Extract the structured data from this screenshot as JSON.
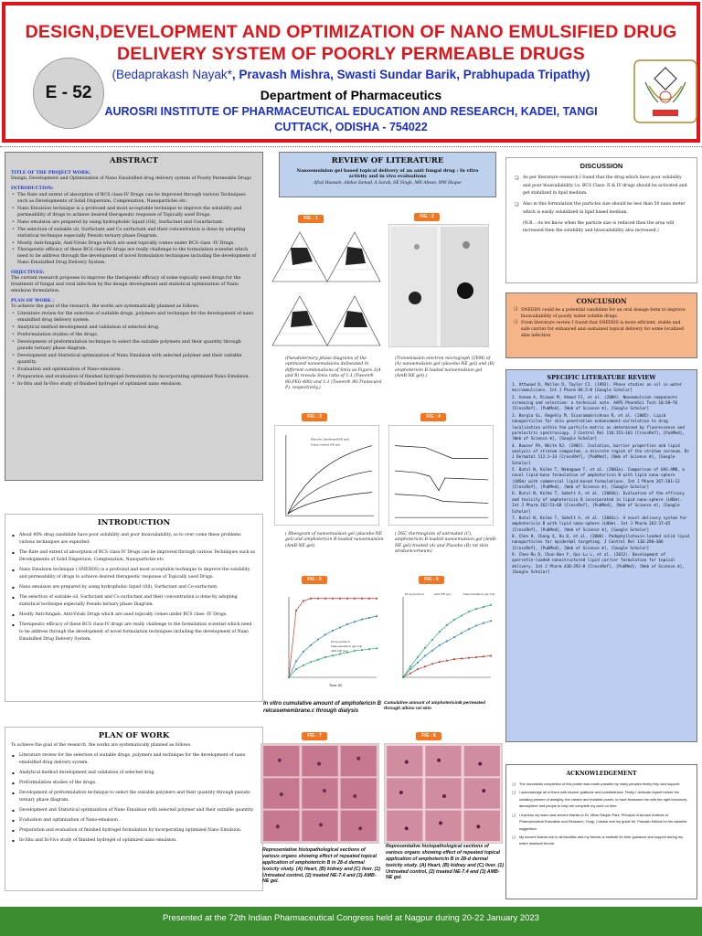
{
  "header": {
    "title_line1": "DESIGN,DEVELOPMENT AND OPTIMIZATION OF NANO EMULSIFIED DRUG",
    "title_line2": "DELIVERY SYSTEM OF POORLY PERMEABLE DRUGS",
    "author1": "(Bedaprakash Nayak*",
    "authors_rest": ", Pravash Mishra, Swasti Sundar Barik,  Prabhupada Tripathy)",
    "department": "Department of Pharmaceutics",
    "institute": "AUROSRI INSTITUTE OF PHARMACEUTICAL EDUCATION AND RESEARCH, KADEI, TANGI",
    "city": "CUTTACK, ODISHA - 754022",
    "badge": "E - 52",
    "logo_icon": "institute-emblem-icon",
    "accent_color": "#e0151b"
  },
  "abstract": {
    "heading": "ABSTRACT",
    "title_label": "TITLE OF THE PROJECT WORK:",
    "title_text": "Design, Development and Optimization of Nano Emulsified drug delivery system of Poorly Permeable Drugs",
    "intro_label": "INTRODUCTION:",
    "bullets": [
      "The Rate and extent of absorption of BCS class-IV Drugs can be improved through various Techniques such as Developments of Solid Dispersion, Complexation, Nanoparticles etc.",
      "Nano Emulsion technique is a profound and most acceptable technique to improve the solubility and permeability of drugs to achieve desired therapeutic response of Topically used Drugs.",
      "Nano emulsion are prepared by using hydrophobic liquid (Oil), Surfactant and Cosurfactant.",
      "The selection of suitable oil, Surfactant and Co surfactant and their concentration is done by adopting statistical technique especially Pseudo ternary phase Diagram.",
      "Mostly Anti-fungals, Anti-Virals Drugs which are used topically comes under BCS class -IV Drugs.",
      "Therapeutic efficacy of these BCS class-IV drugs are really challenge to the formulation scientist which need to be address through the development of novel formulation techniques including the development of Nano Emulsified Drug Delivery System."
    ],
    "objectives_label": "OBJECTIVES:",
    "objectives_text": "The current research proposes to improve the therapeutic efficacy of some topically used drugs for the treatment of fungal and viral infection by the design development and statistical optimization of Nano emulsion formulation.",
    "plan_label": "PLAN OF WORK :",
    "plan_intro": "To achieve the goal of the research, the works are systematically planned as follows.",
    "plan_items": [
      "Literature review for the selection of suitable drugs, polymers and technique for the development of nano emulsified drug delivery system.",
      "Analytical method development and validation of selected drug.",
      "Preformulation studies of the drugs.",
      "Development of preformulation technique to select the suitable polymers and their quantity through pseudo ternary phase diagram.",
      "Development and Statistical optimization of Nano Emulsion with selected polymer and their suitable quantity.",
      "Evaluation and optimization of Nano-emulsion .",
      "Preparation and evaluation of finished hydrogel formulation by incorporating optimized Nano Emulsion.",
      "In-Situ and In-Vivo study of finished hydrogel of optimized nano emulsion."
    ]
  },
  "introduction": {
    "heading": "INTRODUCTION",
    "bullets": [
      "About 40% drug candidate have poor solubility and poor bioavailability, so to over come these problems various techniques are exploited.",
      "The Rate and extent of absorption of BCS class-IV Drugs can be improved through various Techniques such as Developments of Solid Dispersion, Complexation, Nanoparticles etc.",
      "Nano Emulsion technique ( SNEDDS) is a profound and most acceptable technique to improve the solubility and permeability of drugs to achieve desired therapeutic response of Topically used Drugs.",
      "Nano emulsion are prepared by using hydrophobic liquid (Oil), Surfactant and Co-surfactant.",
      "The selection of suitable oil, Surfactant and Co surfactant and their concentration is done by adopting statistical technique especially Pseudo ternary phase Diagram.",
      "Mostly Anti-fungals, Anti-Virals Drugs which are used topically comes under BCS class -IV Drugs.",
      "Therapeutic efficacy of these BCS class-IV drugs are really challenge to the formulation scientist which need to be address through the development of novel formulation techniques including the development of Nano Emulsified Drug Delivery System."
    ]
  },
  "plan": {
    "heading": "PLAN OF WORK",
    "intro": "To achieve the goal of the research, the works are systematically planned as follows.",
    "items": [
      "Literature review for the selection of suitable drugs, polymers and technique for the development of nano emulsified drug delivery system.",
      "Analytical method development and validation of selected drug.",
      "Preformulation studies of the drugs.",
      "Development of preformulation technique to select the suitable polymers and their quantity through pseudo ternary phase diagram.",
      "Development and Statistical optimization of Nano Emulsion with selected polymer and their suitable quantity.",
      "Evaluation and optimization of Nano-emulsion .",
      "Preparation and evaluation of finished hydrogel formulation by incorporating optimized Nano Emulsion.",
      "In-Situ and In-Vivo study of finished hydrogel of optimized nano emulsion."
    ]
  },
  "review": {
    "heading": "REVIEW OF LITERATURE",
    "subtitle": "Nanoemulsion gel based topical delivery of an anti fungal drug : In vitro activity and in vivo evaluations",
    "authors": "Afzal Hussain, Abdus Samad, A Sarab, SK Singh, MN Ahsan, MW Haque"
  },
  "figures": {
    "fig1": "FIG : 1",
    "fig2": "FIG : 2",
    "fig3": "FIG : 3",
    "fig4": "FIG : 4",
    "fig5": "FIG : 5",
    "fig6": "FIG : 6",
    "fig7": "FIG : 7",
    "fig8": "FIG : 8",
    "fig3_legend": [
      "Placebo (hydrogel/NE gel)",
      "Drug loaded NE gel"
    ],
    "fig5_legend": [
      "Drug solution",
      "Nanoemulsion gel T-4)",
      "Anti-NE gel"
    ],
    "fig6_legend": [
      "Drug solution",
      "Anti-NE gel",
      "Nanoemulsion gel T-4)"
    ],
    "cap1": "(Pseudoternary phase diagrams of the optimized nanoemulsions delineated in different combinations of Smix as Figure 3(A and B) reveals Smix ratio of 1:1 (Tween® 80:PEG-400) and 1:1 (Tween® 80:Transcutol P), respectively.)",
    "cap2": "(Transmission electron micrograph (TEM) of (A) nanoemulsion gel (placebo-NE gel) and (B) amphotericin B loaded nanoemulsion gel (AmB-NE gel).)",
    "cap3": "( Rheogram of nanoemulsion gel (placebo-NE gel) and amphotericin B-loaded nanoemulsion (AmB-NE gel).",
    "cap4": "( DSC thermogram of untreated (C), amphotericin B-loaded nanoemulsion gel (AmB-NE gel) treated (A) and Placebo (B) rat skin stratumcorneum)",
    "cap5": "In vitro cumulative amount of amphotericin B relcasemembrane.c through dialysis",
    "cap6": "Cumulative amount of amphotericinB permeated through albino rat skin",
    "cap7": "Representative histopathological sections of various organs showing effect of repeated topical application of amphotericin B in 28-d dermal toxicity study. (A) Heart, (B) kidney and (C) liver. (1) Untreated control, (2) treated NE-7.4 and (3) AMB-NE gel.",
    "cap8": "Representative histopathological sections of various organs showing effect of repeated topical application of amphotericin B in 28-d dermal toxicity study. (A) Heart, (B) kidney and (C) liver. (1) Untreated control, (2) treated NE-7.4 and (3) AMB-NE gel."
  },
  "chart_data": [
    {
      "type": "line",
      "title": "",
      "xlabel": "Time (h)",
      "ylabel": "",
      "ylim": [
        0,
        100
      ],
      "x": [
        0,
        1,
        2,
        3,
        4,
        5,
        6,
        7,
        8,
        9,
        10,
        11,
        12
      ],
      "series": [
        {
          "name": "Drug solution",
          "values": [
            0,
            83,
            95,
            98,
            98,
            98,
            98,
            98,
            98,
            98,
            98,
            98,
            98
          ]
        },
        {
          "name": "Nanoemulsion gel T-4)",
          "values": [
            0,
            20,
            32,
            40,
            47,
            53,
            58,
            62,
            66,
            69,
            72,
            74,
            76
          ]
        },
        {
          "name": "Anti-NE gel",
          "values": [
            0,
            10,
            15,
            19,
            22,
            25,
            27,
            29,
            31,
            33,
            34,
            35,
            36
          ]
        }
      ]
    },
    {
      "type": "line",
      "title": "",
      "xlabel": "",
      "ylabel": "",
      "ylim": [
        0,
        600
      ],
      "x": [
        0,
        2,
        4,
        6,
        8,
        10,
        12,
        14,
        16,
        18,
        20,
        22,
        24
      ],
      "series": [
        {
          "name": "Drug solution",
          "values": [
            0,
            30,
            60,
            80,
            100,
            115,
            125,
            135,
            140,
            145,
            150,
            155,
            160
          ]
        },
        {
          "name": "Anti-NE gel",
          "values": [
            0,
            60,
            110,
            160,
            200,
            240,
            270,
            300,
            330,
            360,
            385,
            405,
            420
          ]
        },
        {
          "name": "Nanoemulsion gel T-4)",
          "values": [
            0,
            80,
            150,
            220,
            280,
            340,
            390,
            430,
            460,
            490,
            510,
            525,
            540
          ]
        }
      ]
    }
  ],
  "discussion": {
    "heading": "DISCUSSION",
    "items": [
      "As per literature research I found that the drug which have poor solubility and poor bioavailability i.e. BCS Class- II & IV drugs should be activated and get stabilized in lipid medium.",
      "Also in this formulation the particles size should be less than 50 nano meter which is easily solubilized in lipid based medium."
    ],
    "note": "(N.B. : As we know when the particle size is reduced then the area will increased then the solubility and bioavailability also increased.)"
  },
  "conclusion": {
    "heading": "CONCLUSION",
    "items": [
      "SNEDDS could be a potential candidate for an oral dosage form to improve bioavailability of poorly water soluble drugs.",
      "From literature review I found that SNEDDS is more efficient, stable and safe carrier for enhanced and sustained topical delivery for some localized skin infection"
    ]
  },
  "specific": {
    "heading": "SPECIFIC LITERATURE REVIEW",
    "refs": [
      "1. Attwood D, Mallon D, Taylor CJ. (1992). Phase studies on oil in water microemulsions. Int J Pharm 84:5–8 [Google Scholar]",
      "2. Azeem A, Rizwan M, Ahmed FJ, et al. (2009). Nanoemulsion components screening and selection: a technical note. AAPS PharmSci Tech 10:69–76 [CrossRef], [PubMed], [Web of Science ®], [Google Scholar]",
      "3. Borgia SL, Regehly M, Sivaramakrishnan R, et al. (2005). Lipid nanoparticles for skin penetration enhancement-correlation to drug localization within the particle matrix as determined by fluorescence and parelectric spectroscopy. J Control Rel 110:151–163 [CrossRef], [PubMed], [Web of Science ®], [Google Scholar]",
      "4. Bowser PA, White RJ. (1985). Isolation, barrier properties and lipid analysis of stratum compactum, a discrete region of the stratum corneum. Br J Dermatol 112:1–14 [CrossRef], [PubMed], [Web of Science ®], [Google Scholar]",
      "5. Butul N, Kolke T, Nakagawa T, et al. (2003a). Comparison of UAS-AMB, a novel lipid-base formulation of amphotericin B with lipid nano-sphere (LNS®) with commercial lipid-based formulations. Int J Pharm 267:101–12 [CrossRef], [PubMed], [Web of Science ®], [Google Scholar]",
      "6. Butul N, Kolke T, Sahelt A, et al. (2003b). Evaluation of the efficacy and toxicity of amphotericin B incorporated in lipid nano-sphere (LNS®). Int J Pharm 262:51–60 [CrossRef], [PubMed], [Web of Science ®], [Google Scholar]",
      "7. Butul N, Kolke T, Sahelt A, et al. (2003c). A novel delivery system for amphotericin B with lipid nano-sphere (LNS®). Int J Pharm 262:37–45 [CrossRef], [PubMed], [Web of Science ®], [Google Scholar]",
      "8. Chen H, Chang X, Du D, et al. (2006). Podophyllotoxin-loaded solid lipid nanoparticles for epidermal targeting. J Control Rel 110:296–306 [CrossRef], [PubMed], [Web of Science ®], [Google Scholar]",
      "9. Chen-Ru D, Chun-Ben Y, Qui-Lu L, et al. (2012). Development of quercetin-loaded nanostructured lipid carrier formulation for topical delivery. Int J Pharm 430:292–8 [CrossRef], [PubMed], [Web of Science ®], [Google Scholar]"
    ]
  },
  "ack": {
    "heading": "ACKNOWLEDGEMENT",
    "items": [
      "The successful completion of this poster was made possible by many peoples timely help and support.",
      "I acknowledge all of them with sincere gratitude and indebtedness. Firstly I dedicate myself before the unfailing present of almighty, the creator and invisible power, to have bestowed me with the right resources, atmosphere and people to help me complete my work on time.",
      "I express my warm and sincere thanks to Dr. Nihar Ranjan Pani, Principal of Aurosri Institute of Pharmaceutical Education and Research, Tangi, Cuttack and my guide Mr. Pravash Mishra for his valuable suggestion.",
      "My sincere thanks are to all faculties and my friends of institute for their guidance and support during my entire research tenure."
    ]
  },
  "footer": {
    "text": "Presented at the  72th Indian Pharmaceutical Congress held at Nagpur during 20-22 January 2023",
    "color": "#3a8c2f"
  }
}
